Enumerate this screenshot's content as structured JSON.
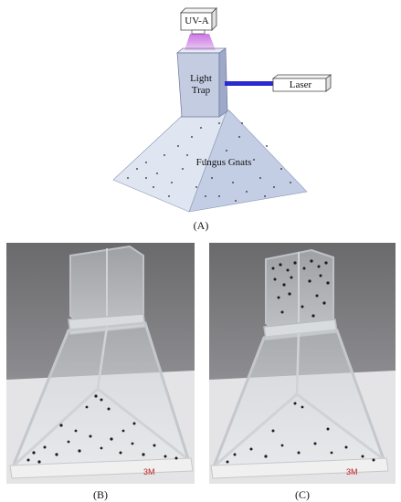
{
  "diagram": {
    "uv_label": "UV-A",
    "trap_label_line1": "Light",
    "trap_label_line2": "Trap",
    "laser_label": "Laser",
    "body_label": "Fungus Gnats",
    "colors": {
      "uv_glow": "#b050d0",
      "laser_beam": "#2a2ad0",
      "pyramid_light": "#dfe6f2",
      "pyramid_mid": "#c3cee4",
      "pyramid_dark": "#a8b6d2",
      "trap_face": "#c4cce2",
      "trap_side": "#9ea9c9"
    }
  },
  "panels": {
    "a": "(A)",
    "b": "(B)",
    "c": "(C)"
  }
}
